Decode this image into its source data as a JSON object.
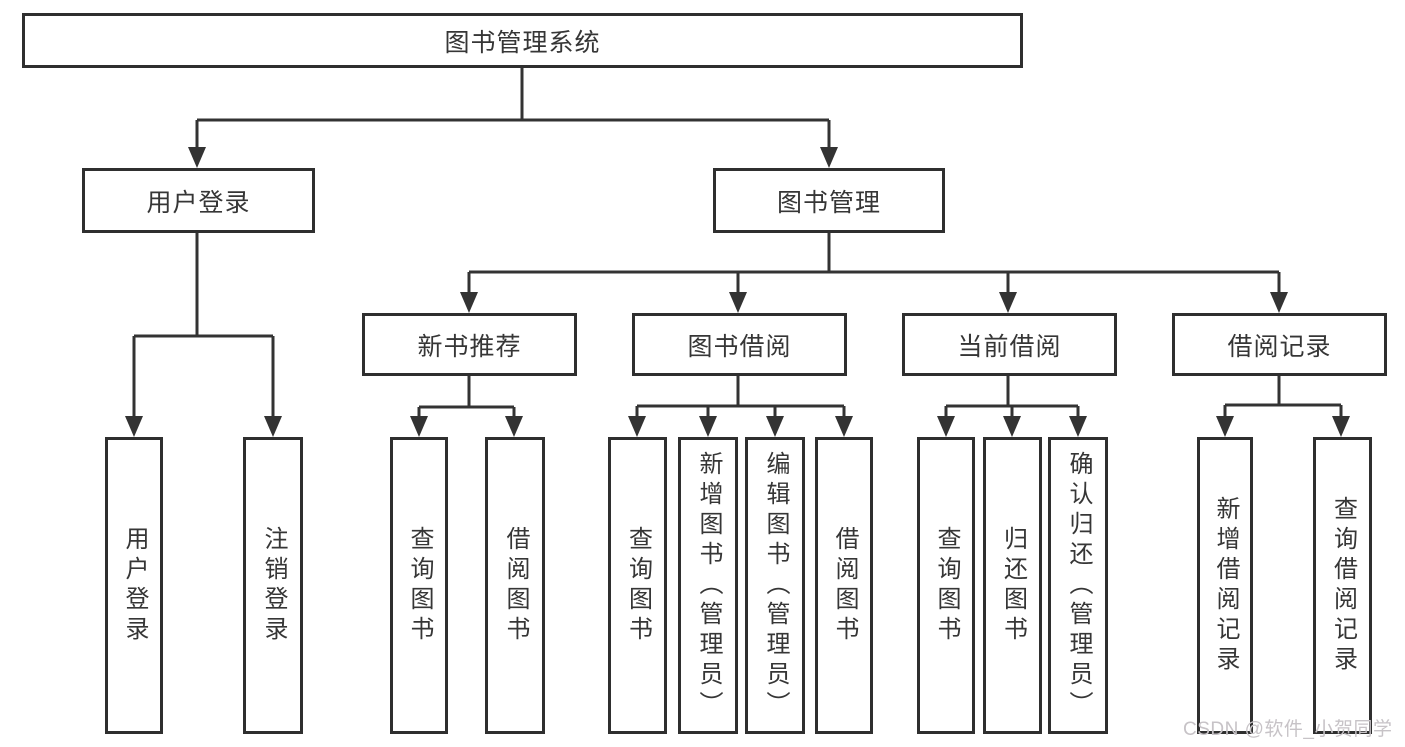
{
  "tree": {
    "label": "图书管理系统",
    "children": [
      {
        "label": "用户登录",
        "children": [
          {
            "label": "用户登录"
          },
          {
            "label": "注销登录"
          }
        ]
      },
      {
        "label": "图书管理",
        "children": [
          {
            "label": "新书推荐",
            "children": [
              {
                "label": "查询图书"
              },
              {
                "label": "借阅图书"
              }
            ]
          },
          {
            "label": "图书借阅",
            "children": [
              {
                "label": "查询图书"
              },
              {
                "label": "新增图书（管理员）"
              },
              {
                "label": "编辑图书（管理员）"
              },
              {
                "label": "借阅图书"
              }
            ]
          },
          {
            "label": "当前借阅",
            "children": [
              {
                "label": "查询图书"
              },
              {
                "label": "归还图书"
              },
              {
                "label": "确认归还（管理员）"
              }
            ]
          },
          {
            "label": "借阅记录",
            "children": [
              {
                "label": "新增借阅记录"
              },
              {
                "label": "查询借阅记录"
              }
            ]
          }
        ]
      }
    ]
  },
  "watermark": "CSDN @软件_小贺同学",
  "colors": {
    "line": "#333333",
    "border": "#2f2f2f",
    "text": "#363636",
    "watermark": "#c7c3c7",
    "background": "#ffffff"
  }
}
